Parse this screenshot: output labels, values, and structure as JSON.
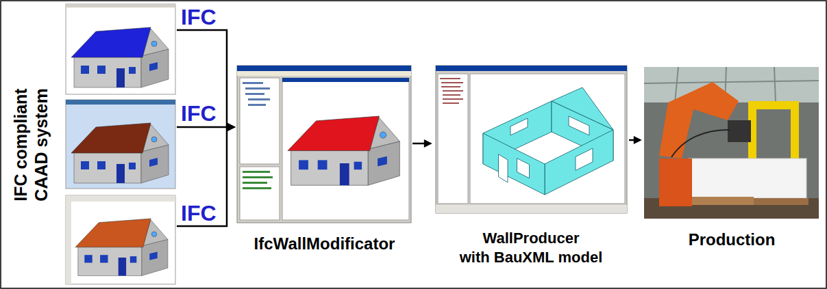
{
  "diagram": {
    "nodes": [
      {
        "text": [
          "IFC compliant CAAD system"
        ]
      },
      {
        "text": [
          "IfcWallModificator"
        ]
      },
      {
        "text": [
          "WallProducer with BauXML model"
        ]
      },
      {
        "text": [
          "Production"
        ]
      }
    ],
    "edges": [
      {
        "from": 0,
        "to": 1,
        "arrow": "to",
        "label": "IFC"
      },
      {
        "from": 0,
        "to": 1,
        "arrow": "to",
        "label": "IFC"
      },
      {
        "from": 0,
        "to": 1,
        "arrow": "to",
        "label": "IFC"
      },
      {
        "from": 1,
        "to": 2,
        "arrow": "to"
      },
      {
        "from": 2,
        "to": 3,
        "arrow": "to"
      }
    ]
  }
}
